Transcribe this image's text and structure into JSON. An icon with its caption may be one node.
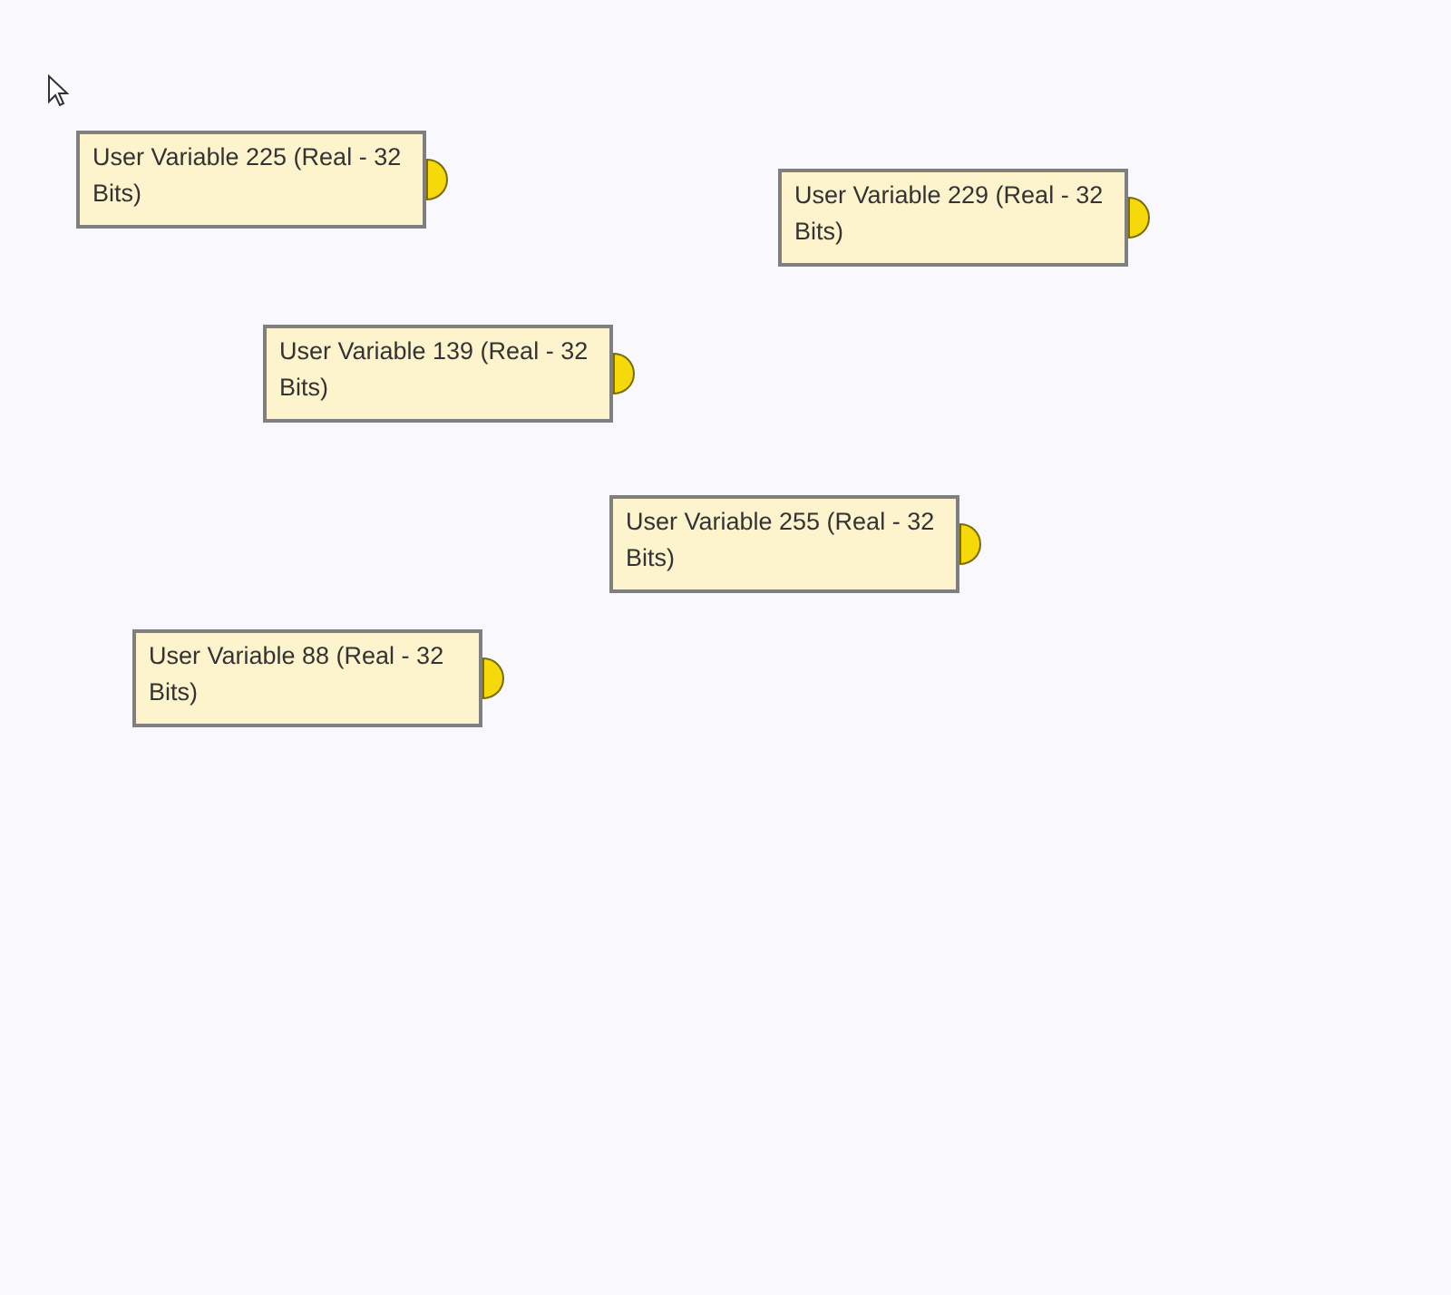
{
  "diagram": {
    "nodes": [
      {
        "text": [
          "User Variable 225 (Real - 32 Bits)"
        ]
      },
      {
        "text": [
          "User Variable 229 (Real - 32 Bits)"
        ]
      },
      {
        "text": [
          "User Variable 139 (Real - 32 Bits)"
        ]
      },
      {
        "text": [
          "User Variable 255 (Real - 32 Bits)"
        ]
      },
      {
        "text": [
          "User Variable 88 (Real - 32 Bits)"
        ]
      }
    ]
  }
}
